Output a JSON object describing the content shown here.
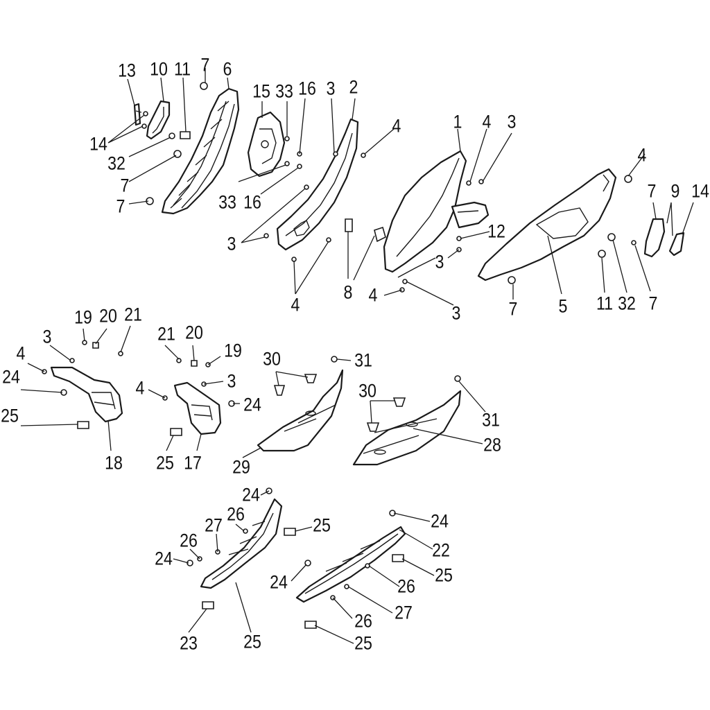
{
  "callouts": [
    "13",
    "10",
    "11",
    "7",
    "6",
    "15",
    "33",
    "16",
    "3",
    "2",
    "4",
    "1",
    "4",
    "3",
    "14",
    "32",
    "7",
    "7",
    "33",
    "16",
    "3",
    "8",
    "4",
    "7",
    "9",
    "14",
    "12",
    "3",
    "4",
    "4",
    "3",
    "5",
    "7",
    "11",
    "32",
    "7",
    "19",
    "20",
    "21",
    "3",
    "4",
    "24",
    "25",
    "18",
    "21",
    "20",
    "19",
    "4",
    "3",
    "24",
    "25",
    "17",
    "30",
    "31",
    "29",
    "30",
    "31",
    "28",
    "24",
    "26",
    "27",
    "26",
    "24",
    "25",
    "23",
    "25",
    "24",
    "22",
    "25",
    "24",
    "26",
    "27",
    "26",
    "25"
  ]
}
